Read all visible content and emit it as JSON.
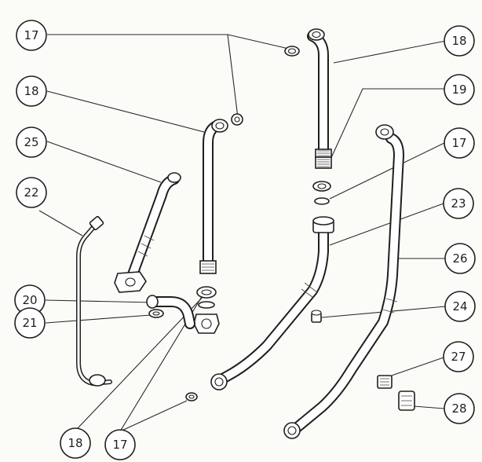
{
  "callouts": [
    {
      "id": "c17a",
      "label": "17"
    },
    {
      "id": "c18a",
      "label": "18"
    },
    {
      "id": "c25",
      "label": "25"
    },
    {
      "id": "c22",
      "label": "22"
    },
    {
      "id": "c20",
      "label": "20"
    },
    {
      "id": "c21",
      "label": "21"
    },
    {
      "id": "c18b",
      "label": "18"
    },
    {
      "id": "c17b",
      "label": "17"
    },
    {
      "id": "c18c",
      "label": "18"
    },
    {
      "id": "c19",
      "label": "19"
    },
    {
      "id": "c17c",
      "label": "17"
    },
    {
      "id": "c23",
      "label": "23"
    },
    {
      "id": "c26",
      "label": "26"
    },
    {
      "id": "c24",
      "label": "24"
    },
    {
      "id": "c27",
      "label": "27"
    },
    {
      "id": "c28",
      "label": "28"
    }
  ]
}
